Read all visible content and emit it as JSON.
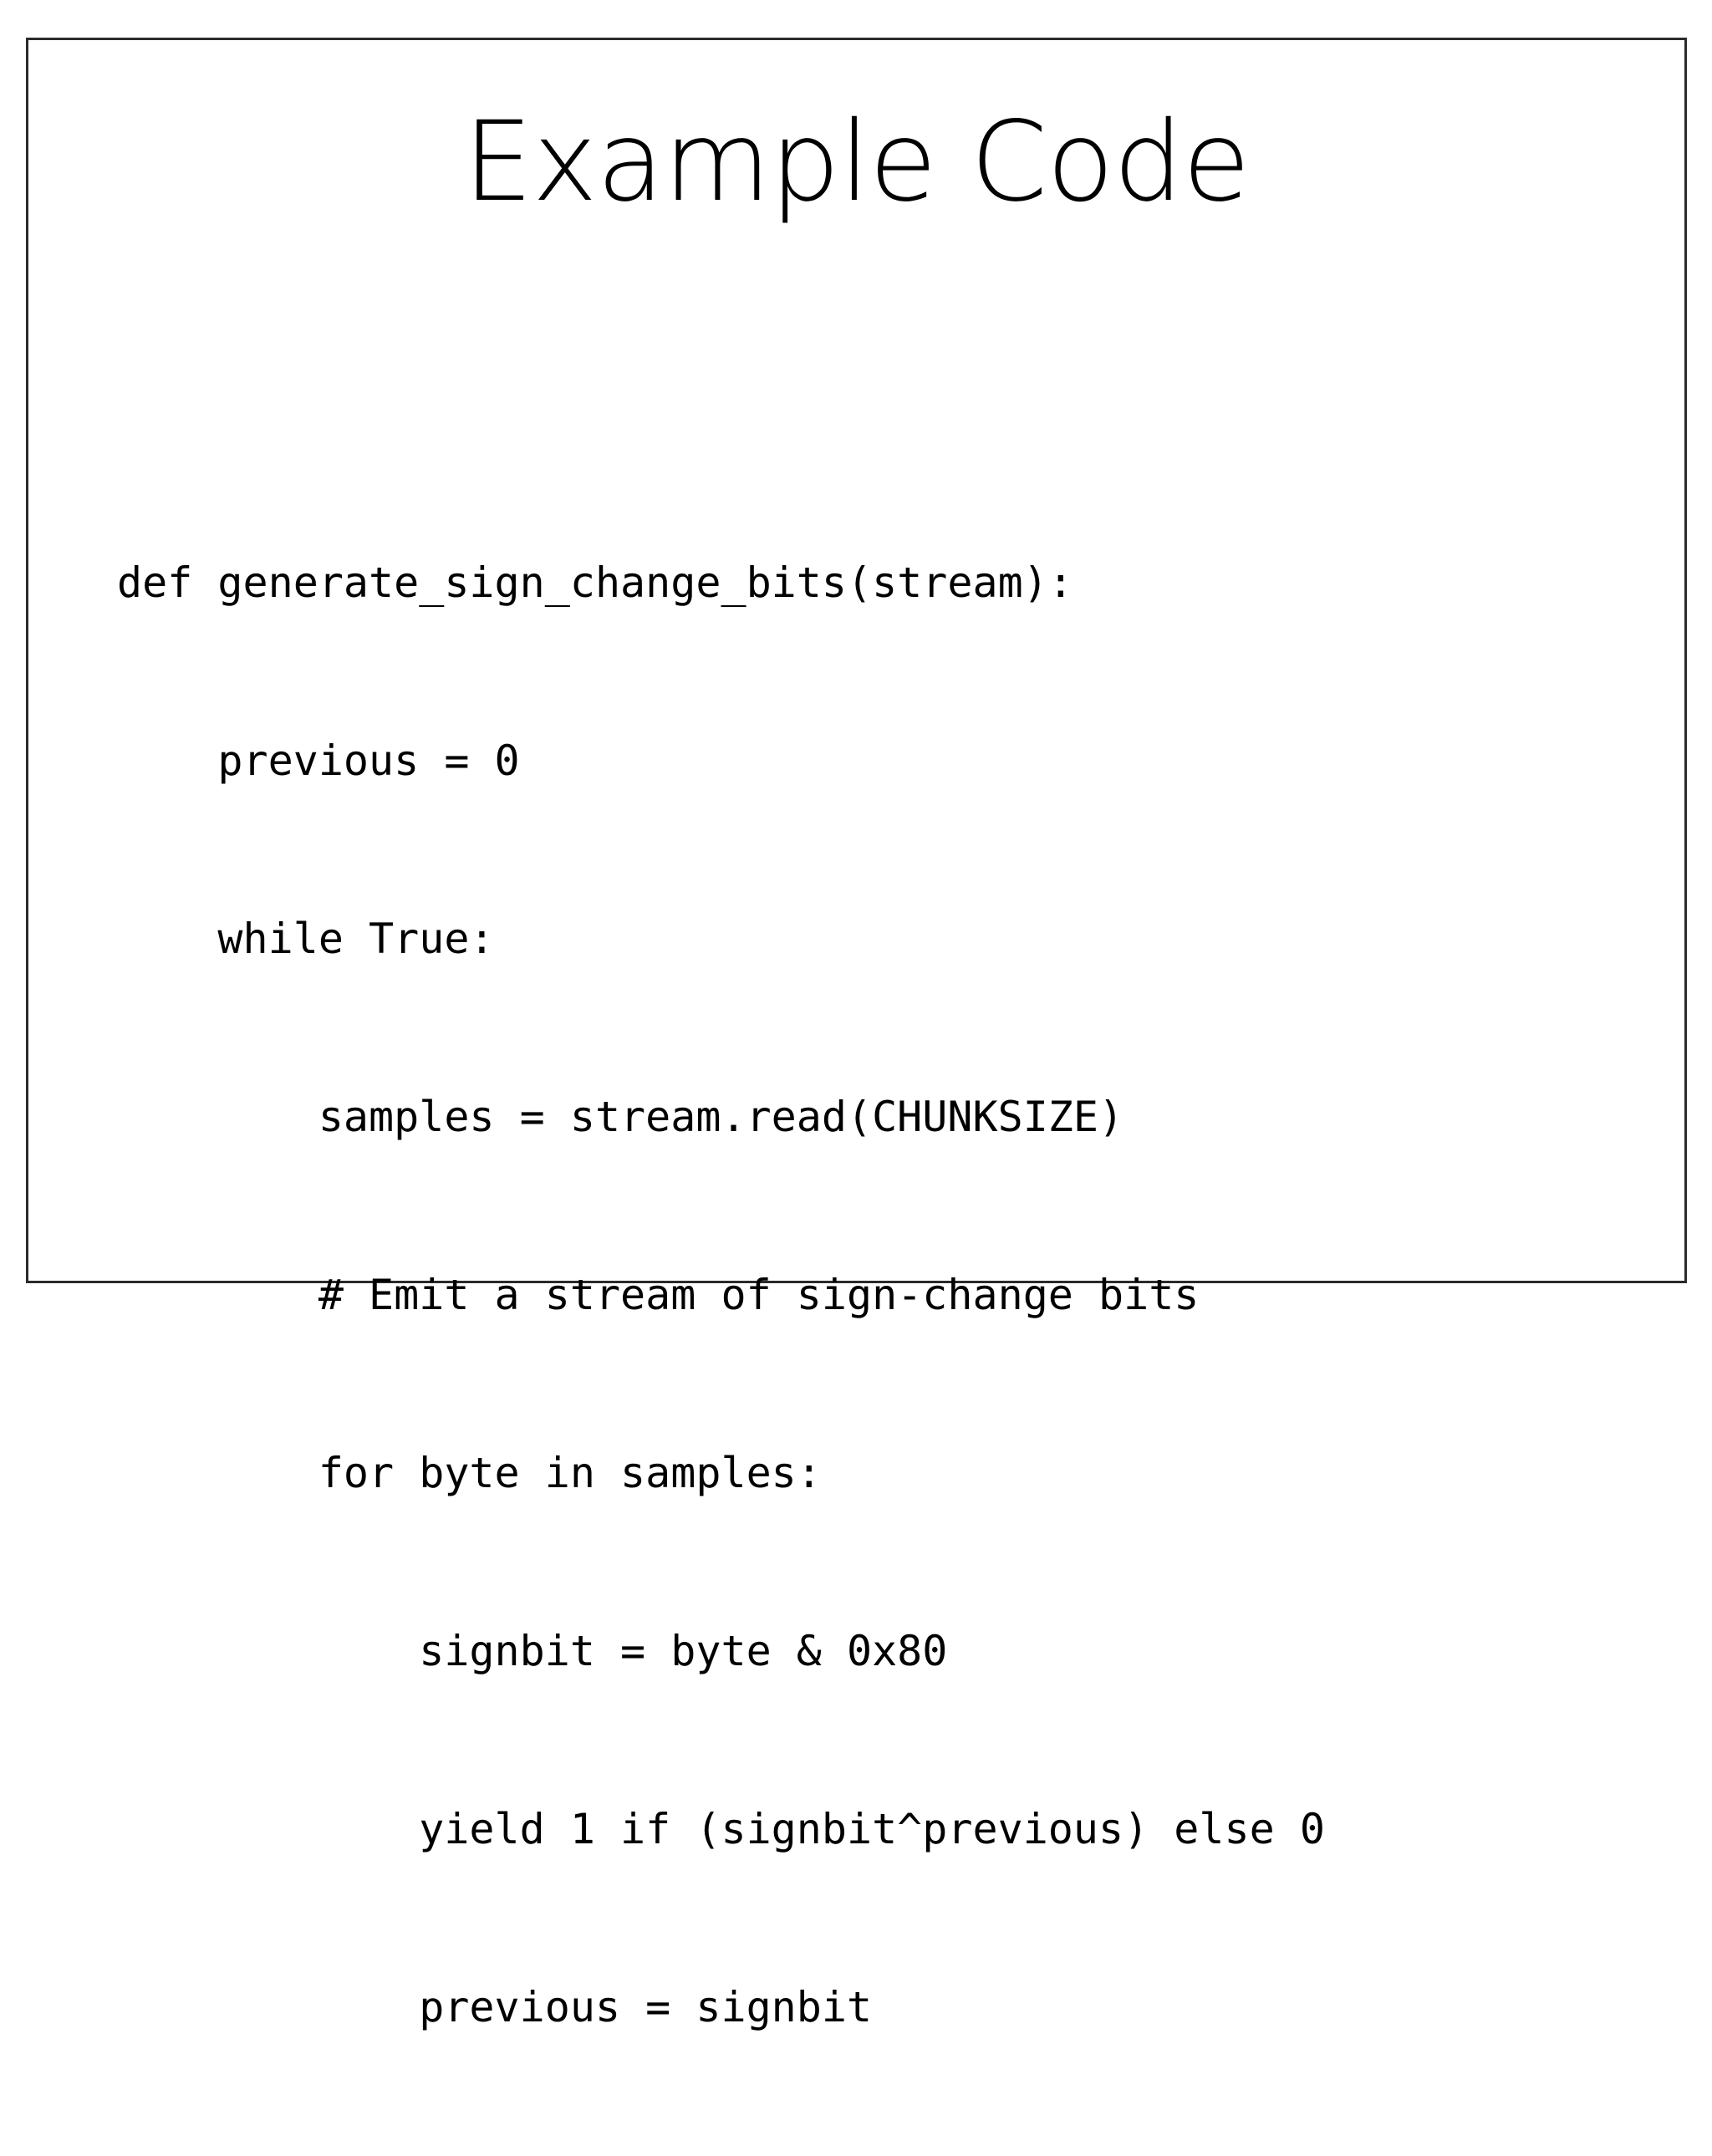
{
  "slide": {
    "title": "Example Code",
    "background_color": "#ffffff",
    "text_color": "#000000",
    "border_color": "#2b2b2b"
  },
  "code": {
    "language": "python",
    "lines": [
      "def generate_sign_change_bits(stream):",
      "    previous = 0",
      "    while True:",
      "        samples = stream.read(CHUNKSIZE)",
      "        # Emit a stream of sign-change bits",
      "        for byte in samples:",
      "            signbit = byte & 0x80",
      "            yield 1 if (signbit^previous) else 0",
      "            previous = signbit"
    ]
  }
}
